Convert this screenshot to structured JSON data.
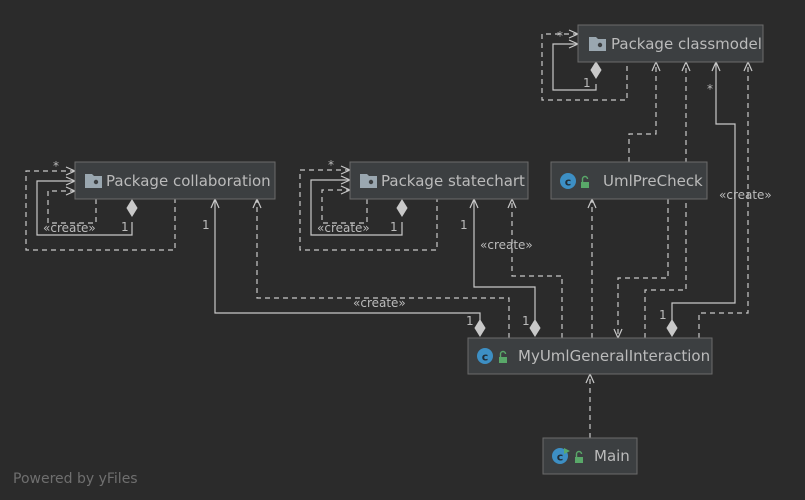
{
  "nodes": {
    "classmodel": {
      "label": "Package classmodel",
      "kind": "package"
    },
    "collaboration": {
      "label": "Package collaboration",
      "kind": "package"
    },
    "statechart": {
      "label": "Package statechart",
      "kind": "package"
    },
    "umlprecheck": {
      "label": "UmlPreCheck",
      "kind": "class"
    },
    "general": {
      "label": "MyUmlGeneralInteraction",
      "kind": "class"
    },
    "main": {
      "label": "Main",
      "kind": "main-class"
    }
  },
  "labels": {
    "create": "«create»",
    "one": "1",
    "many": "*"
  },
  "footer": "Powered by yFiles",
  "colors": {
    "background": "#2b2b2b",
    "node_fill": "#3c3f41",
    "node_border": "#6b6b6b",
    "text": "#bbbbbb",
    "class_icon": "#3d8fc4",
    "lock_icon": "#59a869",
    "folder_icon": "#9aa7b0"
  }
}
